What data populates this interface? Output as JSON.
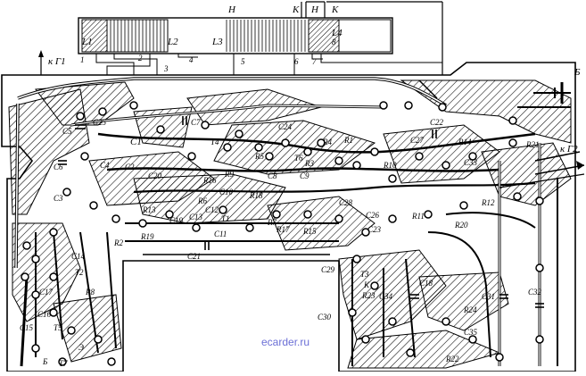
{
  "coil_block": {
    "coils": [
      {
        "label": "L1"
      },
      {
        "label": "L2"
      },
      {
        "label": "L3"
      },
      {
        "label": "L4"
      }
    ],
    "top_letters": [
      "Н",
      "К",
      "Н",
      "К"
    ],
    "pins": [
      "1",
      "2",
      "3",
      "4",
      "5",
      "6",
      "7",
      "8"
    ]
  },
  "antenna_labels": {
    "left": "к Г1",
    "right": "к Г2"
  },
  "battery_label": "Б",
  "components": [
    "C1",
    "C2",
    "C3",
    "C4",
    "C5",
    "C6",
    "C7",
    "C8",
    "C9",
    "C10",
    "C11",
    "C12",
    "C13",
    "C14",
    "C15",
    "C16",
    "C17",
    "C18",
    "C19",
    "C20",
    "C21",
    "C22",
    "C23",
    "C24",
    "C25",
    "C26",
    "C27",
    "C28",
    "C29",
    "C30",
    "C31",
    "C32",
    "C33",
    "C34",
    "C35",
    "R1",
    "R2",
    "R3",
    "R4",
    "R5",
    "R6",
    "R7",
    "R8",
    "R9",
    "R10",
    "R11",
    "R12",
    "R13",
    "R14",
    "R15",
    "R16",
    "R17",
    "R18",
    "R19",
    "R20",
    "R21",
    "R22",
    "R23",
    "R24",
    "T1",
    "T2",
    "T3",
    "T4",
    "T5",
    "T6",
    "T7",
    "К",
    "Э",
    "Б"
  ],
  "watermark": "ecarder.ru"
}
